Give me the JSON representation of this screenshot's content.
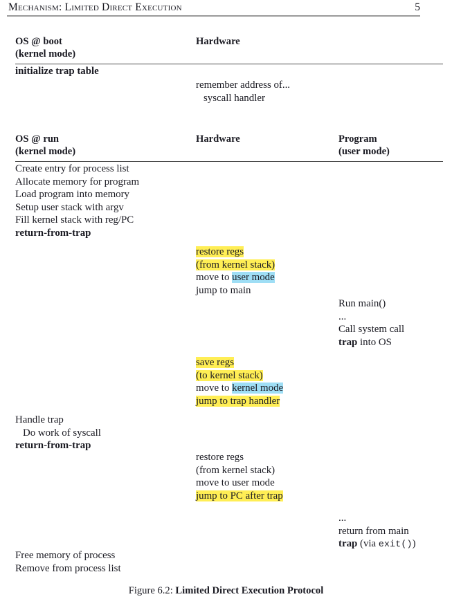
{
  "header": {
    "title": "Mechanism: Limited Direct Execution",
    "page_number": "5"
  },
  "boot_table": {
    "columns": {
      "os": {
        "line1": "OS @ boot",
        "line2": "(kernel mode)"
      },
      "hardware": {
        "line1": "Hardware"
      }
    },
    "os_rows": [
      {
        "text": "initialize trap table",
        "bold": true
      }
    ],
    "hardware_rows": [
      {
        "text": "remember address of...",
        "indent": false
      },
      {
        "text": "syscall handler",
        "indent": true
      }
    ]
  },
  "run_table": {
    "columns": {
      "os": {
        "line1": "OS @ run",
        "line2": "(kernel mode)"
      },
      "hardware": {
        "line1": "Hardware"
      },
      "program": {
        "line1": "Program",
        "line2": "(user mode)"
      }
    },
    "os_block_1": [
      "Create entry for process list",
      "Allocate memory for program",
      "Load program into memory",
      "Setup user stack with argv",
      "Fill kernel stack with reg/PC",
      "return-from-trap"
    ],
    "os_block_2": [
      "Handle trap",
      "Do work of syscall",
      "return-from-trap"
    ],
    "os_block_3": [
      "Free memory of process",
      "Remove from process list"
    ],
    "hw_block_1": {
      "line1": "restore regs",
      "line2": "(from kernel stack)",
      "line3_pre": "move to ",
      "line3_hl": "user mode",
      "line4": "jump to main"
    },
    "hw_block_2": {
      "line1": "save regs",
      "line2": "(to kernel stack)",
      "line3_pre": "move to ",
      "line3_hl": "kernel mode",
      "line4": "jump to trap handler"
    },
    "hw_block_3": {
      "line1": "restore regs",
      "line2": "(from kernel stack)",
      "line3": "move to user mode",
      "line4": "jump to PC after trap"
    },
    "prog_block_1": {
      "line1": "Run main()",
      "line2": "...",
      "line3": "Call system call",
      "line4_bold": "trap",
      "line4_rest": " into OS"
    },
    "prog_block_2": {
      "line1": "...",
      "line2": "return from main",
      "line3_bold": "trap",
      "line3_mid": " (via ",
      "line3_mono": "exit()",
      "line3_end": ")"
    }
  },
  "caption": {
    "label": "Figure 6.2: ",
    "title": "Limited Direct Execution Protocol"
  },
  "colors": {
    "highlight_yellow": "#ffee55",
    "highlight_cyan": "#9fdef5",
    "rule": "#4a4a4a",
    "header_rule": "#9a9a9a",
    "text": "#1a1a22"
  }
}
